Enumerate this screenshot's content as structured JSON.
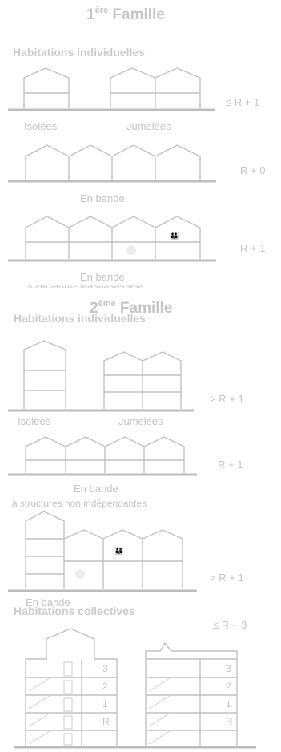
{
  "families": [
    {
      "number": "1",
      "suffix": "ère",
      "word": "Famille"
    },
    {
      "number": "2",
      "suffix": "ème",
      "word": "Famille"
    }
  ],
  "sections": {
    "individual_1": "Habitations individuelles",
    "individual_2": "Habitations individuelles",
    "collective": "Habitations collectives"
  },
  "labels": {
    "isolees_1": "Isolées",
    "jumelees_1": "Jumelées",
    "en_bande_1": "En bande",
    "en_bande_2": "En bande",
    "structures_1": "à structures  indépendantes",
    "isolees_2": "Isolées",
    "jumelees_2": "Jumelées",
    "en_bande_3": "En bande",
    "structures_2": "à structures non indépendantes",
    "en_bande_4": "En bande"
  },
  "levels": {
    "r1": "≤ R + 1",
    "r0": "R + 0",
    "r1b": "R + 1",
    "r1c": "> R + 1",
    "r1d": "R + 1",
    "r1e": "> R + 1",
    "r3": "≤ R + 3"
  },
  "floors": [
    "3",
    "2",
    "1",
    "R"
  ],
  "colors": {
    "line": "#c2c2c2",
    "text": "#c6c6c6",
    "background": "#ffffff"
  }
}
